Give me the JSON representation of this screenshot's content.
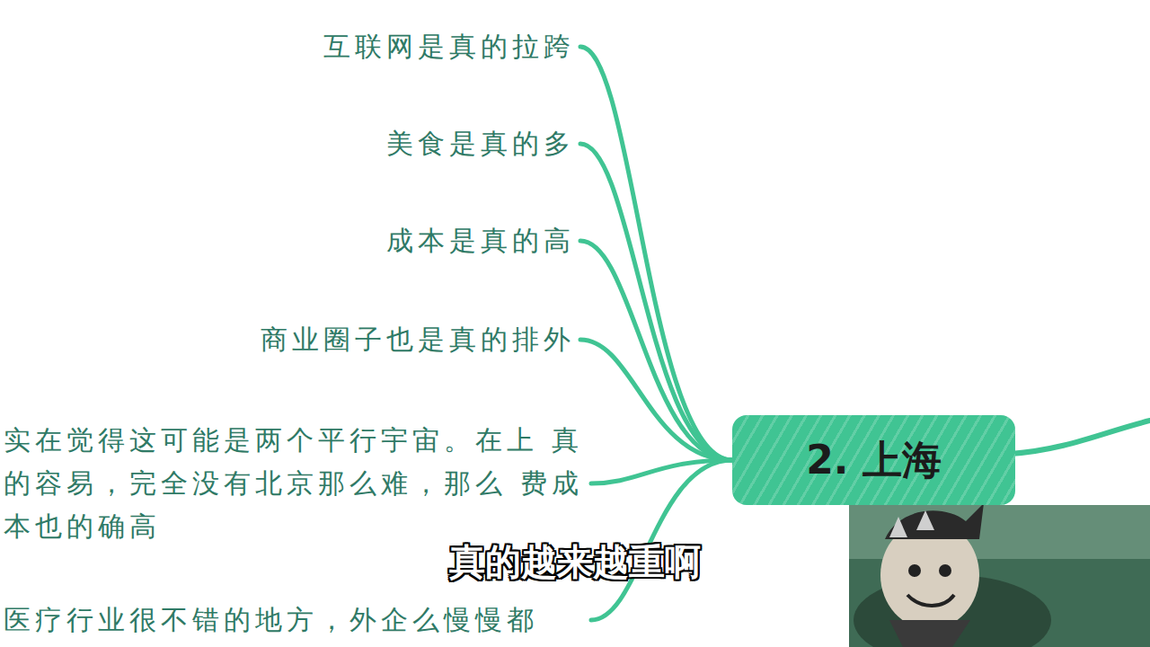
{
  "diagram": {
    "nodes": [
      {
        "text": [
          "2. 上海"
        ]
      },
      {
        "text": [
          "互联网是真的拉跨"
        ]
      },
      {
        "text": [
          "美食是真的多"
        ]
      },
      {
        "text": [
          "成本是真的高"
        ]
      },
      {
        "text": [
          "商业圈子也是真的排外"
        ]
      },
      {
        "text": [
          "实在觉得这可能是两个平行宇宙。在上 真的容易，完全没有北京那么难，那么 费成本也的确高"
        ]
      },
      {
        "text": [
          "医疗行业很不错的地方，外企么慢慢都"
        ]
      }
    ],
    "edges": [
      {
        "from": 0,
        "to": 1,
        "arrow": "none"
      },
      {
        "from": 0,
        "to": 2,
        "arrow": "none"
      },
      {
        "from": 0,
        "to": 3,
        "arrow": "none"
      },
      {
        "from": 0,
        "to": 4,
        "arrow": "none"
      },
      {
        "from": 0,
        "to": 5,
        "arrow": "none"
      },
      {
        "from": 0,
        "to": 6,
        "arrow": "none"
      }
    ],
    "labels": [
      "真的越来越重啊"
    ]
  }
}
